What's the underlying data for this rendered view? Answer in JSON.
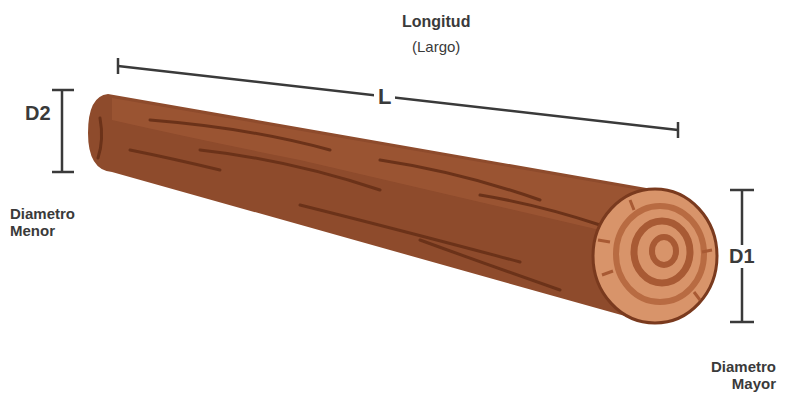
{
  "diagram": {
    "labels": [
      "Longitud",
      "(Largo)",
      "L",
      "D2",
      "Diametro Menor",
      "D1",
      "Diametro Mayor"
    ]
  }
}
